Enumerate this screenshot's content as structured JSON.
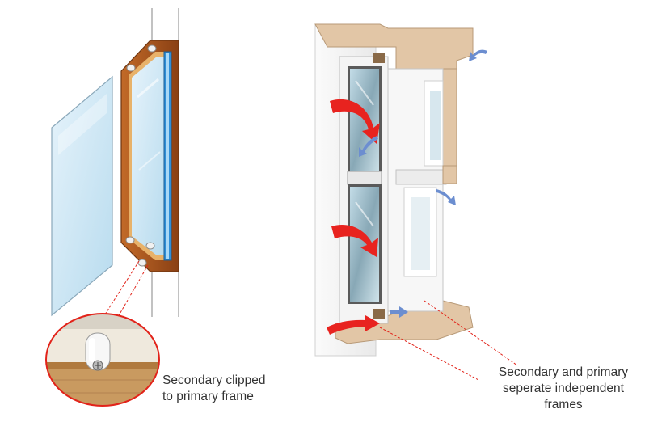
{
  "captions": {
    "left": {
      "line1": "Secondary clipped",
      "line2": "to primary frame"
    },
    "right": {
      "line1": "Secondary and primary",
      "line2": "seperate independent",
      "line3": "frames"
    }
  },
  "colors": {
    "frame_wood": "#a0501c",
    "glass_blue": "#b7dbee",
    "wall_stone": "#e2c6a6",
    "frame_white": "#f4f4f4",
    "warm_arrow": "#e8231f",
    "cool_arrow": "#6c8ed0",
    "leader_line": "#e2231a"
  }
}
